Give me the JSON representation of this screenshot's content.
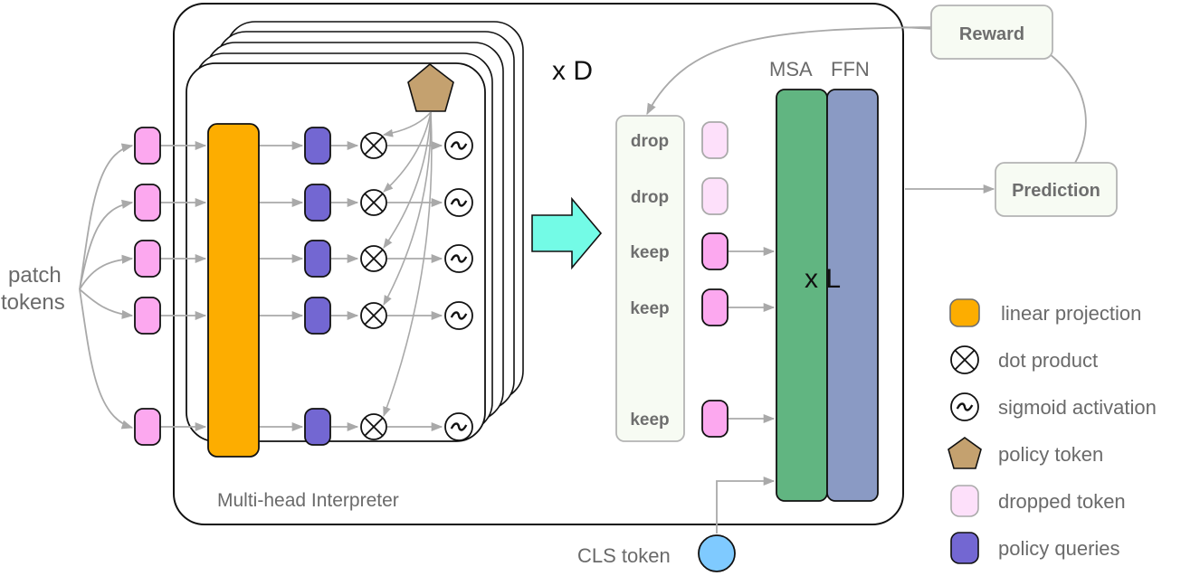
{
  "left": {
    "input_label_line1": "patch",
    "input_label_line2": "tokens"
  },
  "interpreter": {
    "title": "Multi-head Interpreter",
    "repeat_label": "x D",
    "rows": 5
  },
  "transformer": {
    "msa_label": "MSA",
    "ffn_label": "FFN",
    "repeat_label": "x L",
    "decisions": [
      {
        "label": "drop",
        "state": "dropped"
      },
      {
        "label": "drop",
        "state": "dropped"
      },
      {
        "label": "keep",
        "state": "kept"
      },
      {
        "label": "keep",
        "state": "kept"
      },
      {
        "label": "keep",
        "state": "kept"
      }
    ],
    "cls_label": "CLS token"
  },
  "outputs": {
    "reward": "Reward",
    "prediction": "Prediction"
  },
  "legend": [
    {
      "icon": "linear-projection-icon",
      "label": "linear projection"
    },
    {
      "icon": "dot-product-icon",
      "label": "dot product"
    },
    {
      "icon": "sigmoid-activation-icon",
      "label": "sigmoid activation"
    },
    {
      "icon": "policy-token-icon",
      "label": "policy token"
    },
    {
      "icon": "dropped-token-icon",
      "label": "dropped token"
    },
    {
      "icon": "policy-queries-icon",
      "label": "policy queries"
    }
  ],
  "colors": {
    "patch_token": "#fca8ef",
    "dropped_token": "#fde0fa",
    "linear_projection": "#fdad00",
    "policy_query": "#7367d2",
    "policy_token": "#c4a16f",
    "arrow_shift": "#73fbe6",
    "msa": "#61b581",
    "ffn": "#8a9ac4",
    "cls_token": "#7fcaff",
    "connector": "#a9a9a9",
    "soft_box_fill": "#f7fbf3",
    "soft_box_stroke": "#b4b4b4"
  }
}
